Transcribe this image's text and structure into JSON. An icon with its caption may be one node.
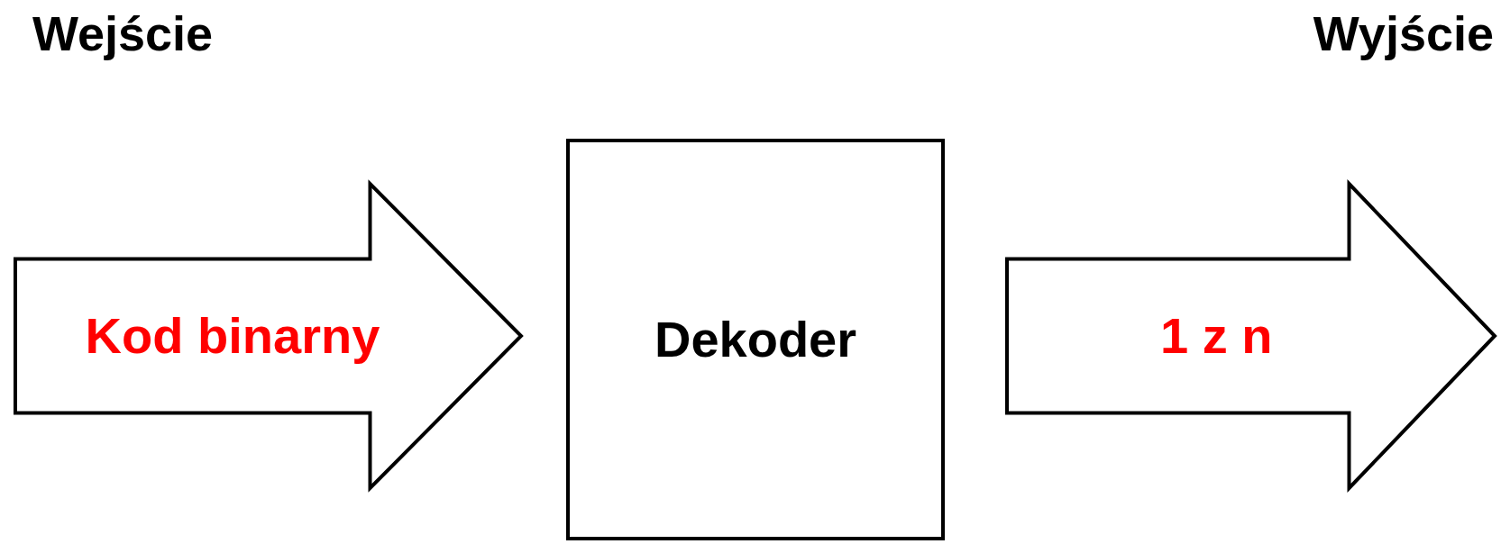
{
  "diagram": {
    "nodes": [
      {
        "text": [
          "Kod binarny"
        ]
      },
      {
        "text": [
          "Dekoder"
        ]
      },
      {
        "text": [
          "1 z n"
        ]
      }
    ],
    "labels": [
      "Wejście",
      "Wyjście"
    ]
  }
}
